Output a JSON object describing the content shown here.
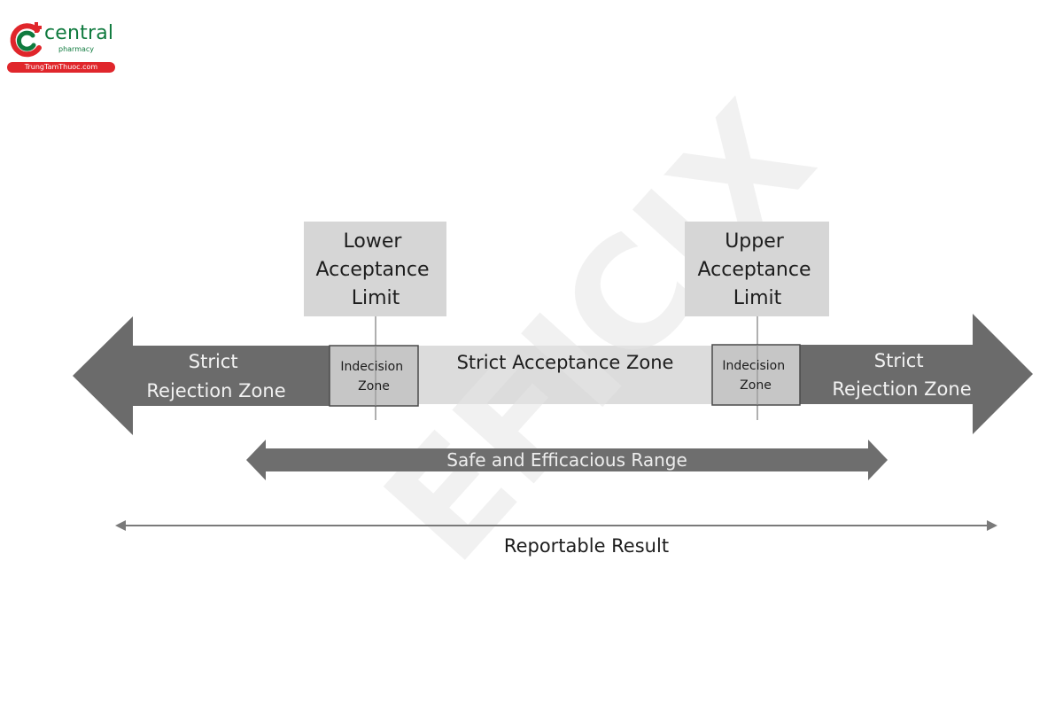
{
  "logo": {
    "wordmark": "central",
    "subline": "pharmacy",
    "tagline": "TrungTamThuoc.com",
    "watermark": "EFICIX"
  },
  "limits": {
    "lower": [
      "Lower",
      "Acceptance",
      "Limit"
    ],
    "upper": [
      "Upper",
      "Acceptance",
      "Limit"
    ]
  },
  "zones": {
    "left_rejection": [
      "Strict",
      "Rejection Zone"
    ],
    "right_rejection": [
      "Strict",
      "Rejection Zone"
    ],
    "lower_indecision": [
      "Indecision",
      "Zone"
    ],
    "upper_indecision": [
      "Indecision",
      "Zone"
    ],
    "acceptance": "Strict Acceptance Zone"
  },
  "range_label": "Safe and Efficacious Range",
  "axis_label": "Reportable Result",
  "colors": {
    "brand_green": "#0f7a3e",
    "brand_red": "#e0262b",
    "rejection_arrow": "#6b6b6b",
    "acceptance_band": "#dcdcdc",
    "limit_box": "#d6d6d6",
    "indecision_box": "#c6c6c6",
    "range_arrow": "#6e6e6e",
    "axis_line": "#7a7a7a"
  }
}
